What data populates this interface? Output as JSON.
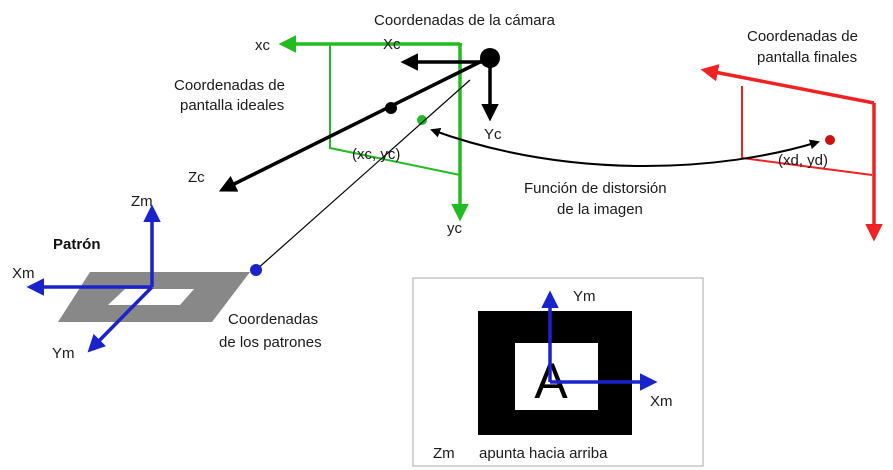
{
  "colors": {
    "camera": "#000000",
    "ideal": "#22bb22",
    "final": "#ee2222",
    "pattern": "#1a22cc",
    "pattern_plane": "#888888"
  },
  "labels": {
    "camera_coords": "Coordenadas de la cámara",
    "ideal_coords_line1": "Coordenadas de",
    "ideal_coords_line2": "pantalla ideales",
    "final_coords_line1": "Coordenadas de",
    "final_coords_line2": "pantalla finales",
    "distortion_line1": "Función de distorsión",
    "distortion_line2": "de la imagen",
    "pattern_coords_line1": "Coordenadas",
    "pattern_coords_line2": "de los patrones",
    "pattern_title": "Patrón",
    "zm_note_axis": "Zm",
    "zm_note_text": "apunta hacia arriba",
    "marker_letter": "A"
  },
  "axes": {
    "camera_x": "Xc",
    "camera_y": "Yc",
    "camera_z": "Zc",
    "ideal_x": "xc",
    "ideal_y": "yc",
    "ideal_point": "(xc, yc)",
    "final_point": "(xd, yd)",
    "pattern_x": "Xm",
    "pattern_y": "Ym",
    "pattern_z": "Zm",
    "marker_x": "Xm",
    "marker_y": "Ym"
  }
}
